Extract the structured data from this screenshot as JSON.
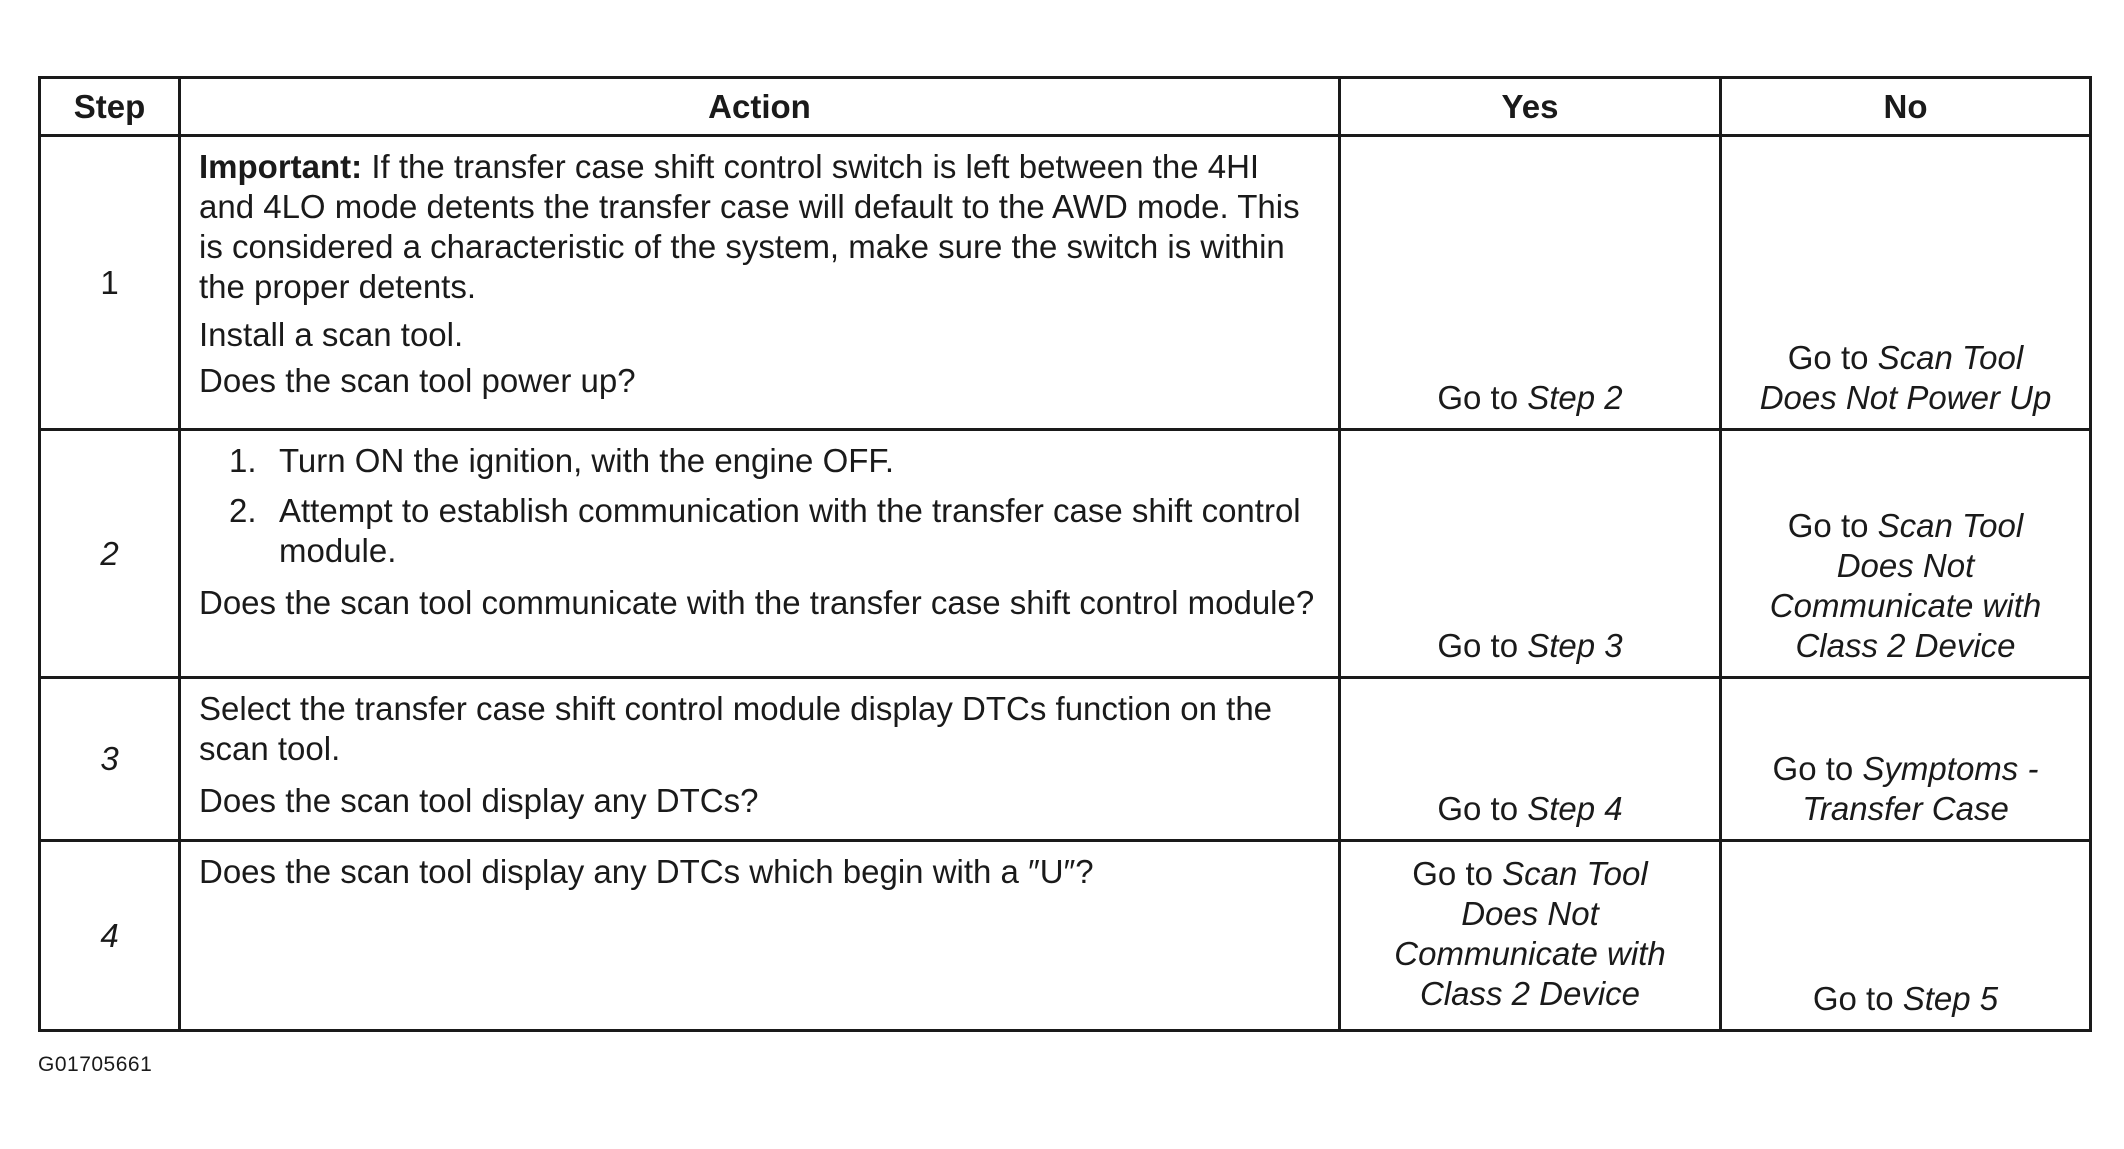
{
  "table": {
    "headers": {
      "step": "Step",
      "action": "Action",
      "yes": "Yes",
      "no": "No"
    },
    "rows": [
      {
        "step": "1",
        "important_label": "Important:",
        "important_text": " If the transfer case shift control switch is left between the 4HI and 4LO mode detents the transfer case will default to the AWD mode. This is considered a characteristic of the system, make sure the switch is within the proper detents.",
        "instruction": "Install a scan tool.",
        "question": "Does the scan tool power up?",
        "yes_prefix": "Go to ",
        "yes_link": "Step 2",
        "no_prefix": "Go to ",
        "no_link": "Scan Tool Does Not Power Up"
      },
      {
        "step": "2",
        "substeps": [
          {
            "num": "1.",
            "text": "Turn ON the ignition, with the engine OFF."
          },
          {
            "num": "2.",
            "text": "Attempt to establish communication with the transfer case shift control module."
          }
        ],
        "question": "Does the scan tool communicate with the transfer case shift control module?",
        "yes_prefix": "Go to ",
        "yes_link": "Step 3",
        "no_prefix": "Go to ",
        "no_link": "Scan Tool Does Not Communicate with Class 2 Device"
      },
      {
        "step": "3",
        "instruction": "Select the transfer case shift control module display DTCs function on the scan tool.",
        "question": "Does the scan tool display any DTCs?",
        "yes_prefix": "Go to ",
        "yes_link": "Step 4",
        "no_prefix": "Go to ",
        "no_link": "Symptoms - Transfer Case"
      },
      {
        "step": "4",
        "question": "Does the scan tool display any DTCs which begin with a ″U″?",
        "yes_prefix": "Go to ",
        "yes_link": "Scan Tool Does Not Communicate with Class 2 Device",
        "no_prefix": "Go to ",
        "no_link": "Step 5"
      }
    ]
  },
  "figure_id": "G01705661"
}
